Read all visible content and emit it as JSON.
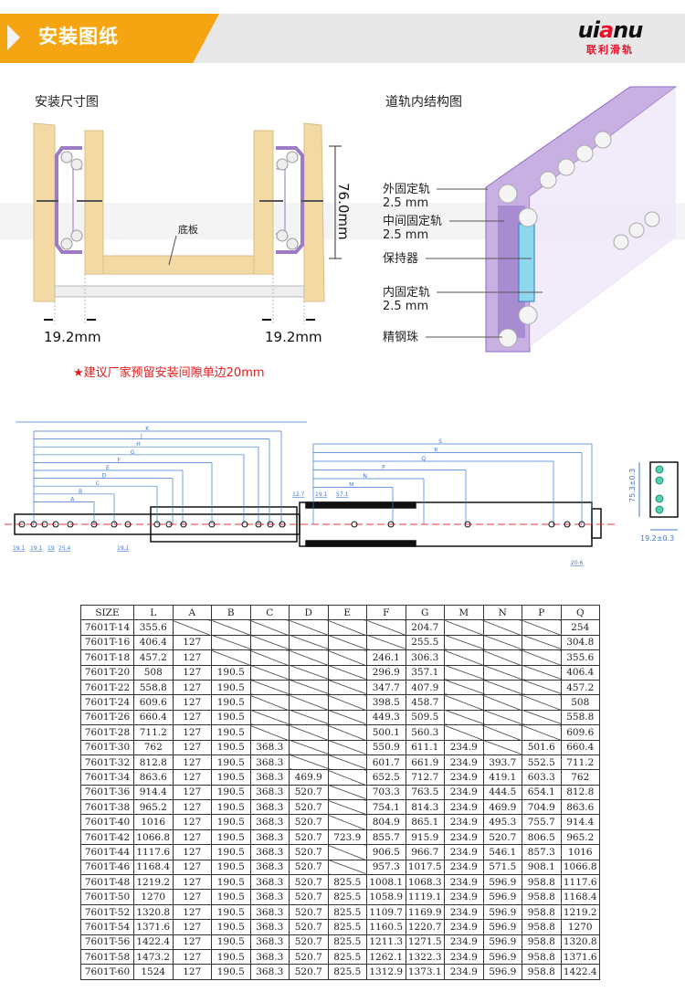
{
  "header": {
    "title": "安装图纸",
    "logo_word_pre": "ui",
    "logo_word_accent": "a",
    "logo_word_post": "nu",
    "logo_cn": "联利滑轨"
  },
  "colors": {
    "accent_orange": "#f5a511",
    "brand_red": "#e8132a",
    "rail_purple": "#9a7bc4",
    "wood": "#f3d9a4",
    "drawing_blue": "#3c78d8"
  },
  "install_diagram": {
    "title": "安装尺寸图",
    "bottom_board": "底板",
    "height_dim": "76.0mm",
    "left_gap": "19.2mm",
    "right_gap": "19.2mm",
    "note": "★建议厂家预留安装间隙单边20mm"
  },
  "structure_diagram": {
    "title": "道轨内结构图",
    "labels": [
      {
        "name": "外固定轨",
        "size": "2.5 mm"
      },
      {
        "name": "中间固定轨",
        "size": "2.5 mm"
      },
      {
        "name": "保持器",
        "size": ""
      },
      {
        "name": "内固定轨",
        "size": "2.5 mm"
      },
      {
        "name": "精钢珠",
        "size": ""
      }
    ]
  },
  "rail_drawing": {
    "left_dims": [
      "K",
      "J",
      "H",
      "G",
      "F",
      "E",
      "D",
      "C",
      "B",
      "A"
    ],
    "right_dims": [
      "S",
      "R",
      "Q",
      "P",
      "N",
      "M"
    ],
    "small_dims": [
      "19.1",
      "19.1",
      "19",
      "25.4",
      "19.1",
      "12.7",
      "19.1",
      "57.1",
      "20.6"
    ],
    "section_height": "75.3±0.3",
    "section_width": "19.2±0.3"
  },
  "table": {
    "headers": [
      "SIZE",
      "L",
      "A",
      "B",
      "C",
      "D",
      "E",
      "F",
      "G",
      "M",
      "N",
      "P",
      "Q"
    ],
    "rows": [
      [
        "7601T-14",
        "355.6",
        null,
        null,
        null,
        null,
        null,
        null,
        "204.7",
        null,
        null,
        null,
        "254"
      ],
      [
        "7601T-16",
        "406.4",
        "127",
        null,
        null,
        null,
        null,
        null,
        "255.5",
        null,
        null,
        null,
        "304.8"
      ],
      [
        "7601T-18",
        "457.2",
        "127",
        null,
        null,
        null,
        null,
        "246.1",
        "306.3",
        null,
        null,
        null,
        "355.6"
      ],
      [
        "7601T-20",
        "508",
        "127",
        "190.5",
        null,
        null,
        null,
        "296.9",
        "357.1",
        null,
        null,
        null,
        "406.4"
      ],
      [
        "7601T-22",
        "558.8",
        "127",
        "190.5",
        null,
        null,
        null,
        "347.7",
        "407.9",
        null,
        null,
        null,
        "457.2"
      ],
      [
        "7601T-24",
        "609.6",
        "127",
        "190.5",
        null,
        null,
        null,
        "398.5",
        "458.7",
        null,
        null,
        null,
        "508"
      ],
      [
        "7601T-26",
        "660.4",
        "127",
        "190.5",
        null,
        null,
        null,
        "449.3",
        "509.5",
        null,
        null,
        null,
        "558.8"
      ],
      [
        "7601T-28",
        "711.2",
        "127",
        "190.5",
        null,
        null,
        null,
        "500.1",
        "560.3",
        null,
        null,
        null,
        "609.6"
      ],
      [
        "7601T-30",
        "762",
        "127",
        "190.5",
        "368.3",
        null,
        null,
        "550.9",
        "611.1",
        "234.9",
        null,
        "501.6",
        "660.4"
      ],
      [
        "7601T-32",
        "812.8",
        "127",
        "190.5",
        "368.3",
        null,
        null,
        "601.7",
        "661.9",
        "234.9",
        "393.7",
        "552.5",
        "711.2"
      ],
      [
        "7601T-34",
        "863.6",
        "127",
        "190.5",
        "368.3",
        "469.9",
        null,
        "652.5",
        "712.7",
        "234.9",
        "419.1",
        "603.3",
        "762"
      ],
      [
        "7601T-36",
        "914.4",
        "127",
        "190.5",
        "368.3",
        "520.7",
        null,
        "703.3",
        "763.5",
        "234.9",
        "444.5",
        "654.1",
        "812.8"
      ],
      [
        "7601T-38",
        "965.2",
        "127",
        "190.5",
        "368.3",
        "520.7",
        null,
        "754.1",
        "814.3",
        "234.9",
        "469.9",
        "704.9",
        "863.6"
      ],
      [
        "7601T-40",
        "1016",
        "127",
        "190.5",
        "368.3",
        "520.7",
        null,
        "804.9",
        "865.1",
        "234.9",
        "495.3",
        "755.7",
        "914.4"
      ],
      [
        "7601T-42",
        "1066.8",
        "127",
        "190.5",
        "368.3",
        "520.7",
        "723.9",
        "855.7",
        "915.9",
        "234.9",
        "520.7",
        "806.5",
        "965.2"
      ],
      [
        "7601T-44",
        "1117.6",
        "127",
        "190.5",
        "368.3",
        "520.7",
        null,
        "906.5",
        "966.7",
        "234.9",
        "546.1",
        "857.3",
        "1016"
      ],
      [
        "7601T-46",
        "1168.4",
        "127",
        "190.5",
        "368.3",
        "520.7",
        null,
        "957.3",
        "1017.5",
        "234.9",
        "571.5",
        "908.1",
        "1066.8"
      ],
      [
        "7601T-48",
        "1219.2",
        "127",
        "190.5",
        "368.3",
        "520.7",
        "825.5",
        "1008.1",
        "1068.3",
        "234.9",
        "596.9",
        "958.8",
        "1117.6"
      ],
      [
        "7601T-50",
        "1270",
        "127",
        "190.5",
        "368.3",
        "520.7",
        "825.5",
        "1058.9",
        "1119.1",
        "234.9",
        "596.9",
        "958.8",
        "1168.4"
      ],
      [
        "7601T-52",
        "1320.8",
        "127",
        "190.5",
        "368.3",
        "520.7",
        "825.5",
        "1109.7",
        "1169.9",
        "234.9",
        "596.9",
        "958.8",
        "1219.2"
      ],
      [
        "7601T-54",
        "1371.6",
        "127",
        "190.5",
        "368.3",
        "520.7",
        "825.5",
        "1160.5",
        "1220.7",
        "234.9",
        "596.9",
        "958.8",
        "1270"
      ],
      [
        "7601T-56",
        "1422.4",
        "127",
        "190.5",
        "368.3",
        "520.7",
        "825.5",
        "1211.3",
        "1271.5",
        "234.9",
        "596.9",
        "958.8",
        "1320.8"
      ],
      [
        "7601T-58",
        "1473.2",
        "127",
        "190.5",
        "368.3",
        "520.7",
        "825.5",
        "1262.1",
        "1322.3",
        "234.9",
        "596.9",
        "958.8",
        "1371.6"
      ],
      [
        "7601T-60",
        "1524",
        "127",
        "190.5",
        "368.3",
        "520.7",
        "825.5",
        "1312.9",
        "1373.1",
        "234.9",
        "596.9",
        "958.8",
        "1422.4"
      ]
    ]
  }
}
